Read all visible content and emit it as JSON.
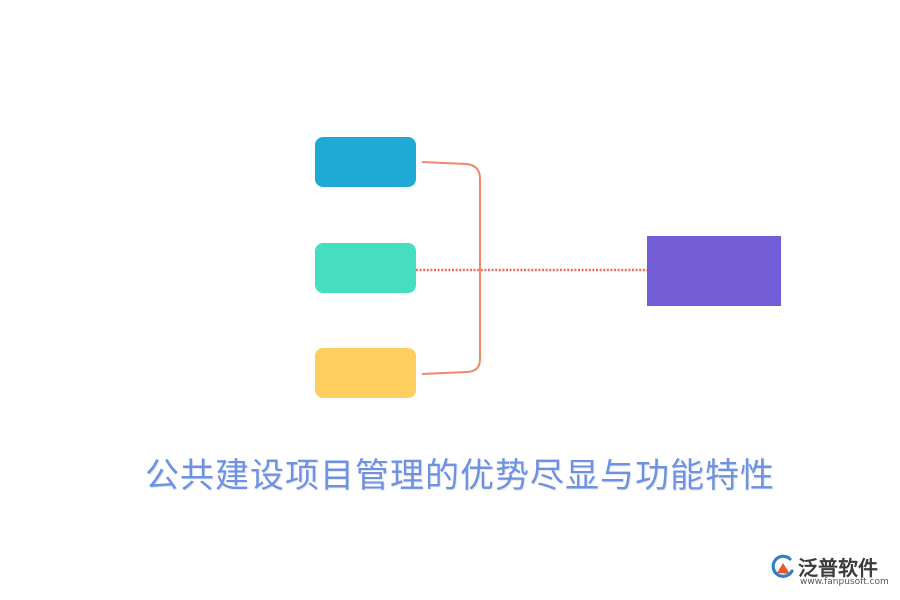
{
  "diagram": {
    "nodes": [
      {
        "id": "node-1",
        "label": "",
        "color": "#1EAAD4"
      },
      {
        "id": "node-2",
        "label": "",
        "color": "#45DEC0"
      },
      {
        "id": "node-3",
        "label": "",
        "color": "#FFCE5E"
      }
    ],
    "target": {
      "id": "target",
      "label": "",
      "color": "#745ED8"
    },
    "connector_color": "#F0876D",
    "connector_dotted_color": "#F06A5E",
    "caption": "公共建设项目管理的优势尽显与功能特性",
    "caption_color": "#6E92E0"
  },
  "watermark": {
    "name": "泛普软件",
    "url": "www.fanpusoft.com",
    "icon": "fanpu-logo-icon",
    "mark_color": "#2E7FD2",
    "accent_color": "#E6592C"
  }
}
